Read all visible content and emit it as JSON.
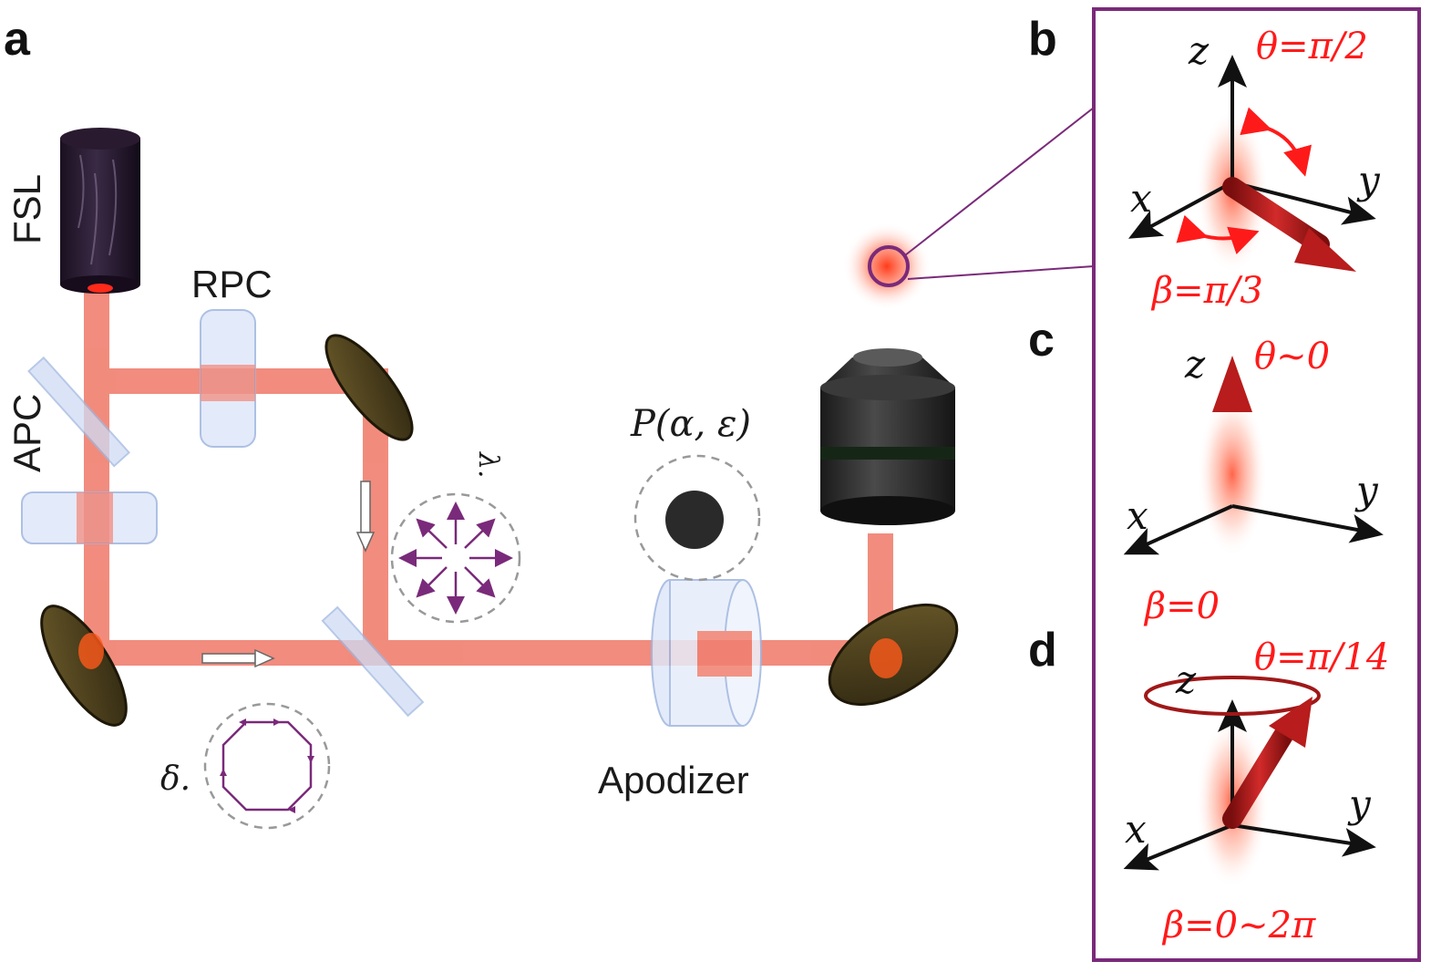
{
  "panels": {
    "a": "a",
    "b": "b",
    "c": "c",
    "d": "d"
  },
  "components": {
    "fsl": "FSL",
    "rpc": "RPC",
    "apc": "APC",
    "apodizer": "Apodizer",
    "polarization": "P(α, ε)",
    "lambda_symbol": "λ.",
    "delta_symbol": "δ."
  },
  "panel_b": {
    "theta": "θ=π/2",
    "beta": "β=π/3",
    "axes": {
      "x": "x",
      "y": "y",
      "z": "z"
    }
  },
  "panel_c": {
    "theta": "θ~0",
    "beta": "β=0",
    "axes": {
      "x": "x",
      "y": "y",
      "z": "z"
    }
  },
  "panel_d": {
    "theta": "θ=π/14",
    "beta": "β=0~2π",
    "axes": {
      "x": "x",
      "y": "y",
      "z": "z"
    }
  },
  "colors": {
    "beam": "#f08070",
    "frame": "#7a2a7a",
    "arrow_red": "#b81c1c",
    "annotation_red": "#ff1a1a",
    "glass": "#cfdcf5"
  }
}
